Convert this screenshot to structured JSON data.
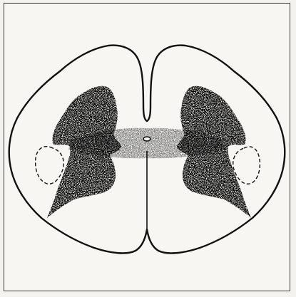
{
  "figure": {
    "subject": "spinal-cord-cross-section",
    "colors": {
      "background": "#f7f6f3",
      "outline": "#111111",
      "gray_matter": "#1e1e1e",
      "commissure": "#9a9a9a"
    },
    "regions": [
      {
        "name": "left-gray-matter-horn",
        "fill": "stippled-dark"
      },
      {
        "name": "right-gray-matter-horn",
        "fill": "stippled-dark"
      },
      {
        "name": "gray-commissure",
        "fill": "stippled-light"
      },
      {
        "name": "central-canal",
        "fill": "outline"
      },
      {
        "name": "left-dashed-region",
        "fill": "dashed-outline"
      },
      {
        "name": "right-dashed-region",
        "fill": "dashed-outline"
      }
    ]
  }
}
